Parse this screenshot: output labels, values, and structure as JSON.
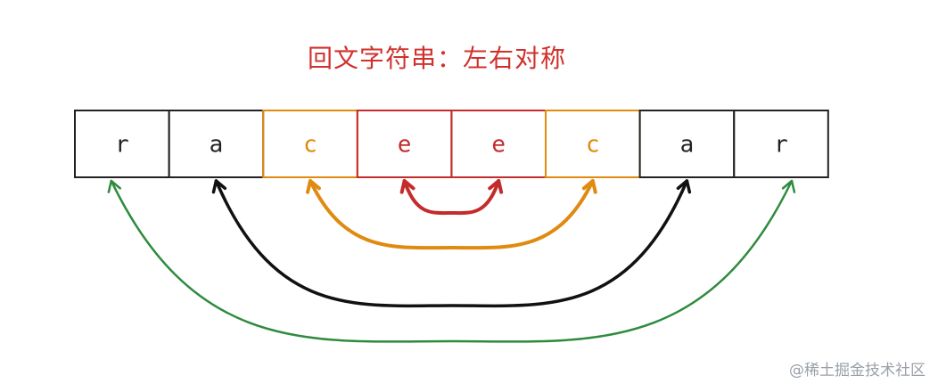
{
  "title": "回文字符串：左右对称",
  "cells": [
    {
      "char": "r",
      "pair": "green"
    },
    {
      "char": "a",
      "pair": "black"
    },
    {
      "char": "c",
      "pair": "orange"
    },
    {
      "char": "e",
      "pair": "red"
    },
    {
      "char": "e",
      "pair": "red"
    },
    {
      "char": "c",
      "pair": "orange"
    },
    {
      "char": "a",
      "pair": "black"
    },
    {
      "char": "r",
      "pair": "green"
    }
  ],
  "pairs": [
    {
      "id": "green",
      "from": 0,
      "to": 7,
      "color": "#2e8b3e"
    },
    {
      "id": "black",
      "from": 1,
      "to": 6,
      "color": "#111111"
    },
    {
      "id": "orange",
      "from": 2,
      "to": 5,
      "color": "#e08a10"
    },
    {
      "id": "red",
      "from": 3,
      "to": 4,
      "color": "#c42b2b"
    }
  ],
  "colors": {
    "title": "#d0312d",
    "default_cell": "#222222"
  },
  "watermark": "@稀土掘金技术社区"
}
